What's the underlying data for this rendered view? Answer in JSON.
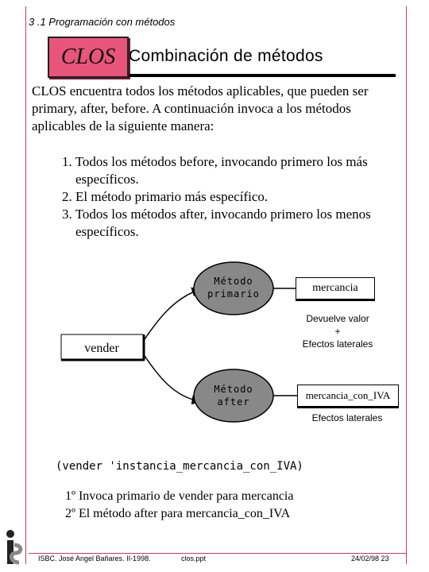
{
  "header": {
    "breadcrumb": "3 .1 Programación con métodos",
    "logo_text": "CLOS",
    "title": "Combinación de métodos"
  },
  "intro": "CLOS encuentra todos los métodos aplicables, que pueden ser primary, after, before. A continuación invoca a los métodos aplicables de la siguiente manera:",
  "steps": [
    "1. Todos los métodos before, invocando primero los más específicos.",
    "2. El método primario más específico.",
    "3. Todos los métodos after, invocando primero los menos específicos."
  ],
  "diagram": {
    "source_label": "vender",
    "node_primary": [
      "Método",
      "primario"
    ],
    "node_after": [
      "Método",
      "after"
    ],
    "target_primary": "mercancia",
    "target_after": "mercancia_con_IVA",
    "primary_effects": [
      "Devuelve valor",
      "+",
      "Efectos laterales"
    ],
    "after_effects": "Efectos laterales",
    "colors": {
      "node_fill": "#888888",
      "node_stroke": "#000000"
    }
  },
  "call_expression": "(vender 'instancia_mercancia_con_IVA)",
  "notes": [
    "1º Invoca primario de vender para mercancia",
    "2º El método after para mercancia_con_IVA"
  ],
  "footer": {
    "author": "ISBC. José Angel Bañares. II-1998.",
    "file": "clos.ppt",
    "date_page": "24/02/98 23"
  }
}
